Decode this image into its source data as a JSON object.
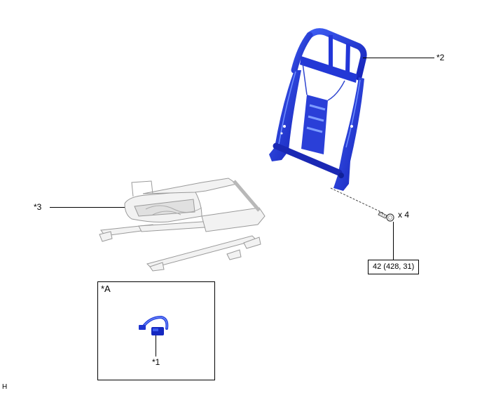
{
  "diagram": {
    "callouts": {
      "seatback_frame": "*2",
      "cushion_frame": "*3",
      "wire_harness": "*1",
      "inset": "*A"
    },
    "bolt": {
      "quantity_label": "x 4",
      "torque_spec": "42 (428, 31)"
    },
    "corner_code": "H",
    "colors": {
      "part_highlight": "#1a2fd6",
      "part_highlight_light": "#4a6cf0",
      "part_ghost": "#c8c8c8",
      "line": "#000000"
    }
  }
}
